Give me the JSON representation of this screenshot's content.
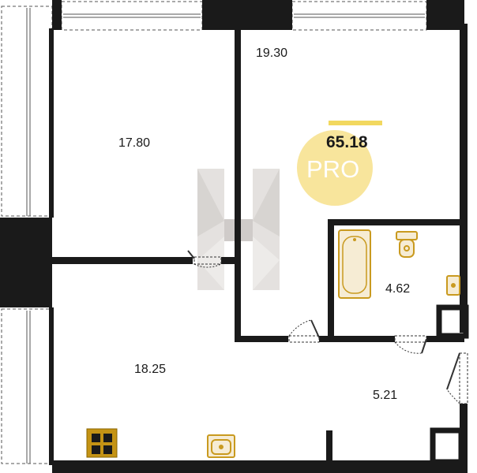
{
  "floor_plan": {
    "total_area": "65.18",
    "logo_text": "PRO",
    "rooms": [
      {
        "id": "room-1",
        "area": "17.80"
      },
      {
        "id": "room-2",
        "area": "19.30"
      },
      {
        "id": "bathroom",
        "area": "4.62"
      },
      {
        "id": "living",
        "area": "18.25"
      },
      {
        "id": "hall",
        "area": "5.21"
      }
    ]
  },
  "colors": {
    "wall": "#1a1a1a",
    "fixture_fill": "#f6ecd4",
    "fixture_stroke": "#c99a1f",
    "stove": "#c49314",
    "accent_bar": "#f2d85f",
    "logo_circle": "#f8e59c",
    "watermark": "#a9a29d"
  }
}
